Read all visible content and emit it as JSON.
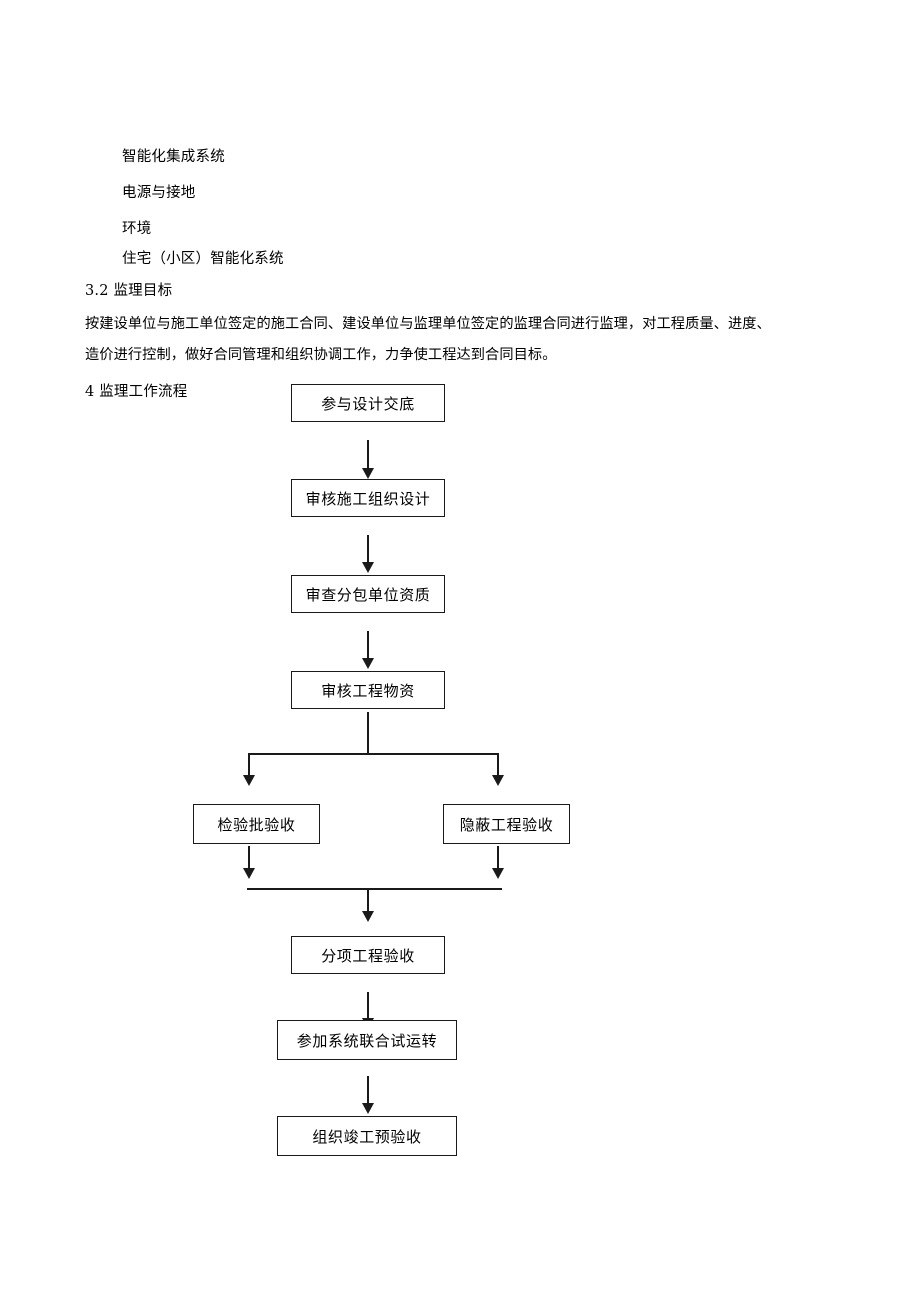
{
  "document": {
    "list_items": [
      "智能化集成系统",
      "电源与接地",
      "环境",
      "住宅（小区）智能化系统"
    ],
    "section_3_2_heading": "3.2 监理目标",
    "section_3_2_paragraph_line_1": "按建设单位与施工单位签定的施工合同、建设单位与监理单位签定的监理合同进行监理，对工程质量、进度、",
    "section_3_2_paragraph_line_2": "造价进行控制，做好合同管理和组织协调工作，力争使工程达到合同目标。",
    "section_4_heading": "4 监理工作流程"
  },
  "flowchart": {
    "nodes": {
      "design_briefing": "参与设计交底",
      "review_construction_org_design": "审核施工组织设计",
      "review_subcontractor_qualification": "审查分包单位资质",
      "review_project_materials": "审核工程物资",
      "inspection_lot_acceptance": "检验批验收",
      "concealed_work_acceptance": "隐蔽工程验收",
      "sub_item_project_acceptance": "分项工程验收",
      "joint_trial_operation": "参加系统联合试运转",
      "completion_pre_acceptance": "组织竣工预验收"
    }
  }
}
